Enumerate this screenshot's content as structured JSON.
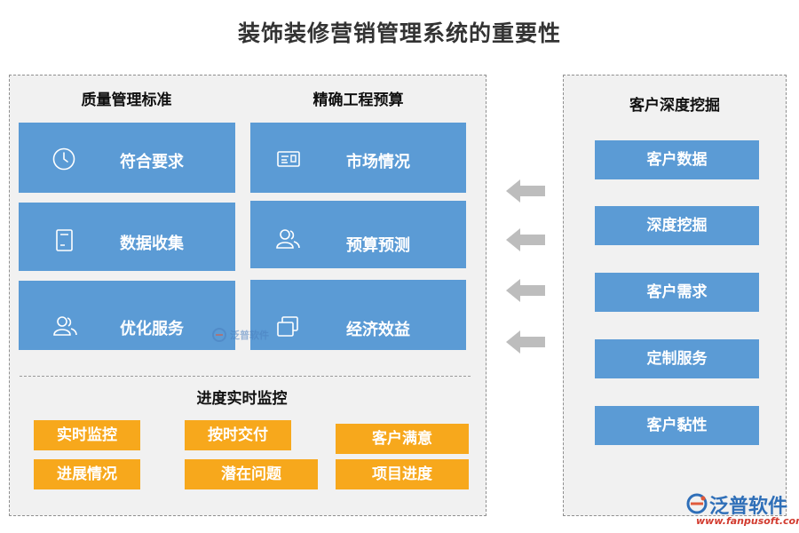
{
  "title": "装饰装修营销管理系统的重要性",
  "left_panel": {
    "quality": {
      "heading": "质量管理标准",
      "tiles": [
        {
          "label": "符合要求",
          "icon": "clock-icon"
        },
        {
          "label": "数据收集",
          "icon": "document-icon"
        },
        {
          "label": "优化服务",
          "icon": "users-icon"
        }
      ]
    },
    "budget": {
      "heading": "精确工程预算",
      "tiles": [
        {
          "label": "市场情况",
          "icon": "id-card-icon"
        },
        {
          "label": "预算预测",
          "icon": "users-icon"
        },
        {
          "label": "经济效益",
          "icon": "windows-icon"
        }
      ]
    },
    "progress": {
      "heading": "进度实时监控",
      "chips": [
        "实时监控",
        "按时交付",
        "客户满意",
        "进展情况",
        "潜在问题",
        "项目进度"
      ]
    }
  },
  "right_panel": {
    "heading": "客户深度挖掘",
    "items": [
      "客户数据",
      "深度挖掘",
      "客户需求",
      "定制服务",
      "客户黏性"
    ]
  },
  "watermark": "泛普软件",
  "logo": {
    "name": "泛普软件",
    "url": "www.fanpusoft.com"
  },
  "colors": {
    "tile_blue": "#5b9bd5",
    "chip_orange": "#f7a81c",
    "panel_bg": "#f1f1f1",
    "arrow_gray": "#bdbdbd"
  }
}
